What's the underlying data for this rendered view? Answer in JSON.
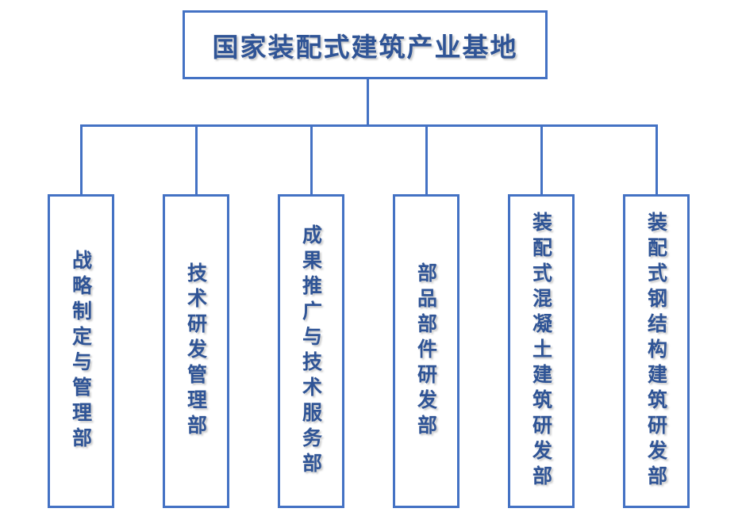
{
  "diagram": {
    "type": "org-chart",
    "root": {
      "label": "国家装配式建筑产业基地"
    },
    "children": [
      {
        "label": "战略制定与管理部"
      },
      {
        "label": "技术研发管理部"
      },
      {
        "label": "成果推广与技术服务部"
      },
      {
        "label": "部品部件研发部"
      },
      {
        "label": "装配式混凝土建筑研发部"
      },
      {
        "label": "装配式钢结构建筑研发部"
      }
    ],
    "colors": {
      "border": "#4472C4",
      "text": "#2F5496",
      "background": "#FFFFFF"
    }
  }
}
